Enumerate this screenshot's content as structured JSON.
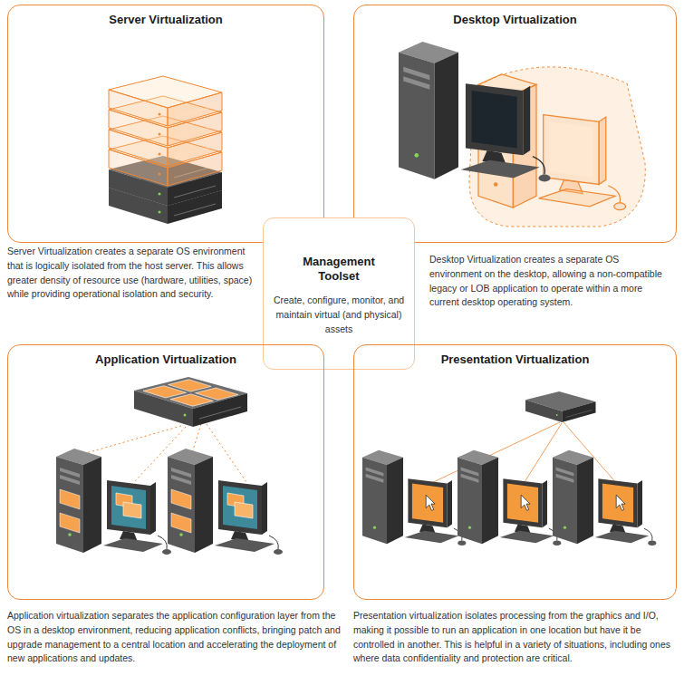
{
  "diagram": {
    "nodes": [
      {
        "text": [
          "Server Virtualization",
          "Server Virtualization creates a separate OS environment that is logically isolated from the host server. This allows greater density of resource use (hardware, utilities, space) while providing operational isolation and security."
        ]
      },
      {
        "text": [
          "Desktop Virtualization",
          "Desktop Virtualization creates a separate OS environment on the desktop, allowing a non-compatible legacy or LOB application to operate within a more current desktop operating system."
        ]
      },
      {
        "text": [
          "Management Toolset",
          "Create, configure, monitor, and maintain virtual (and physical) assets"
        ]
      },
      {
        "text": [
          "Application Virtualization",
          "Application virtualization separates the application configuration layer from the OS in a desktop environment, reducing application conflicts, bringing patch and upgrade management to a central location and accelerating the deployment of new applications and updates."
        ]
      },
      {
        "text": [
          "Presentation Virtualization",
          "Presentation virtualization isolates processing from the graphics and I/O, making it possible to run an application in one location but have it be controlled in another. This is helpful in a variety of situations, including ones where data confidentiality and protection are critical."
        ]
      }
    ]
  }
}
